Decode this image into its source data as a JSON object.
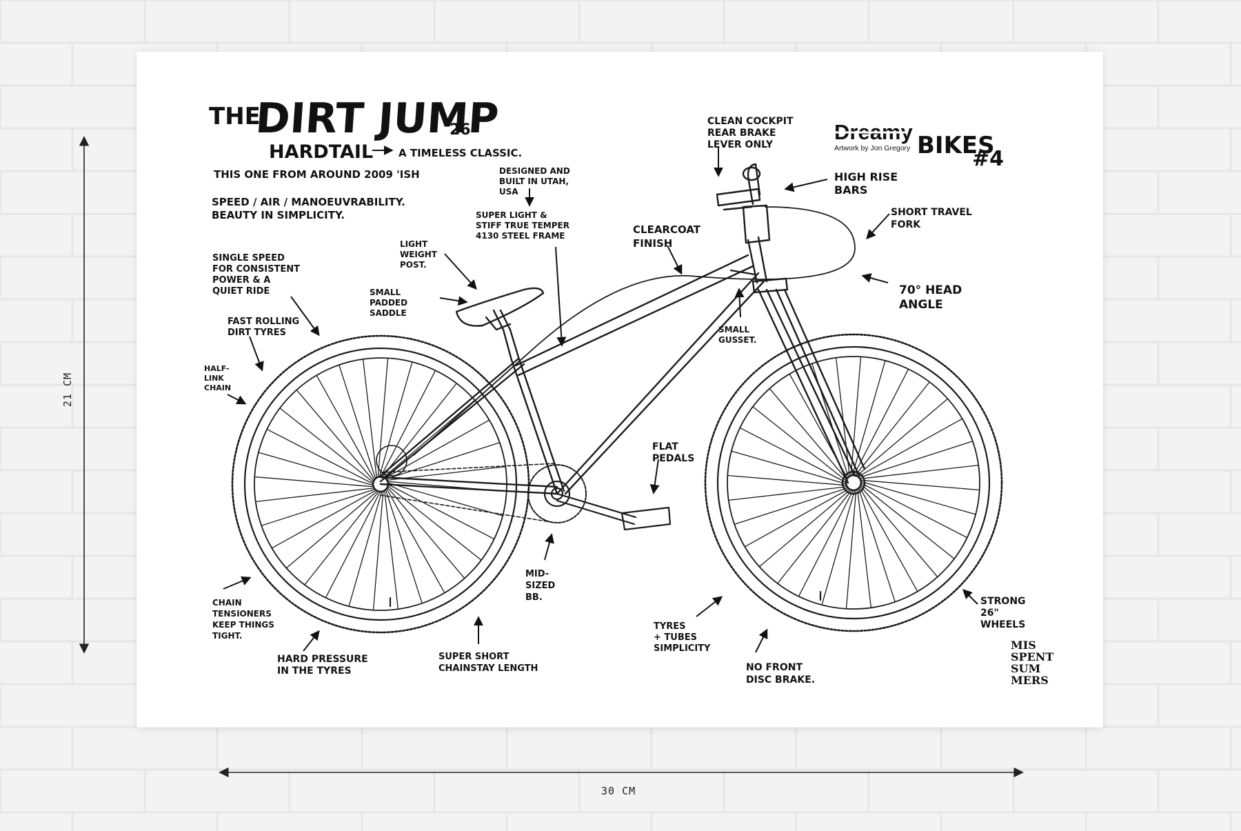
{
  "dimensions": {
    "height_label": "21 CM",
    "width_label": "30 CM"
  },
  "title": {
    "the": "THE",
    "main": "DIRT JUMP",
    "size": "26\""
  },
  "subtitle": {
    "hardtail": "HARDTAIL",
    "classic": "A TIMELESS CLASSIC."
  },
  "intro": {
    "line1": "THIS ONE FROM AROUND 2009 'ISH",
    "line2": "SPEED / AIR / MANOEUVRABILITY.",
    "line3": "BEAUTY IN SIMPLICITY."
  },
  "brand": {
    "dreamy": "Dreamy",
    "artwork": "Artwork by Jon Gregory",
    "bikes": "BIKES",
    "number": "#4"
  },
  "publisher": {
    "lines": [
      "MIS",
      "SPENT",
      "SUM",
      "MERS"
    ]
  },
  "annotations": {
    "single_speed": [
      "SINGLE SPEED",
      "FOR CONSISTENT",
      "POWER & A",
      "QUIET RIDE"
    ],
    "dirt_tyres": [
      "FAST ROLLING",
      "DIRT TYRES"
    ],
    "half_link": [
      "HALF-",
      "LINK",
      "CHAIN"
    ],
    "light_post": [
      "LIGHT",
      "WEIGHT",
      "POST."
    ],
    "small_saddle": [
      "SMALL",
      "PADDED",
      "SADDLE"
    ],
    "designed": [
      "DESIGNED AND",
      "BUILT IN UTAH,",
      "USA"
    ],
    "steel_frame": [
      "SUPER LIGHT &",
      "STIFF TRUE TEMPER",
      "4130 STEEL FRAME"
    ],
    "clearcoat": [
      "CLEARCOAT",
      "FINISH"
    ],
    "cockpit": [
      "CLEAN COCKPIT",
      "REAR BRAKE",
      "LEVER ONLY"
    ],
    "high_rise": [
      "HIGH RISE",
      "BARS"
    ],
    "short_fork": [
      "SHORT TRAVEL",
      "FORK"
    ],
    "head_angle": [
      "70° HEAD",
      "ANGLE"
    ],
    "gusset": [
      "SMALL",
      "GUSSET."
    ],
    "flat_pedals": [
      "FLAT",
      "PEDALS"
    ],
    "mid_bb": [
      "MID-",
      "SIZED",
      "BB."
    ],
    "chain_tensioners": [
      "CHAIN",
      "TENSIONERS",
      "KEEP THINGS",
      "TIGHT."
    ],
    "hard_pressure": [
      "HARD PRESSURE",
      "IN THE TYRES"
    ],
    "chainstay": [
      "SUPER SHORT",
      "CHAINSTAY LENGTH"
    ],
    "tyres_tubes": [
      "TYRES",
      "+ TUBES",
      "SIMPLICITY"
    ],
    "no_front_brake": [
      "NO FRONT",
      "DISC BRAKE."
    ],
    "strong_wheels": [
      "STRONG",
      "26\"",
      "WHEELS"
    ]
  },
  "colors": {
    "ink": "#111111",
    "wall": "#f3f3f3",
    "paper": "#ffffff",
    "wall_joint": "#e6e6e6"
  }
}
